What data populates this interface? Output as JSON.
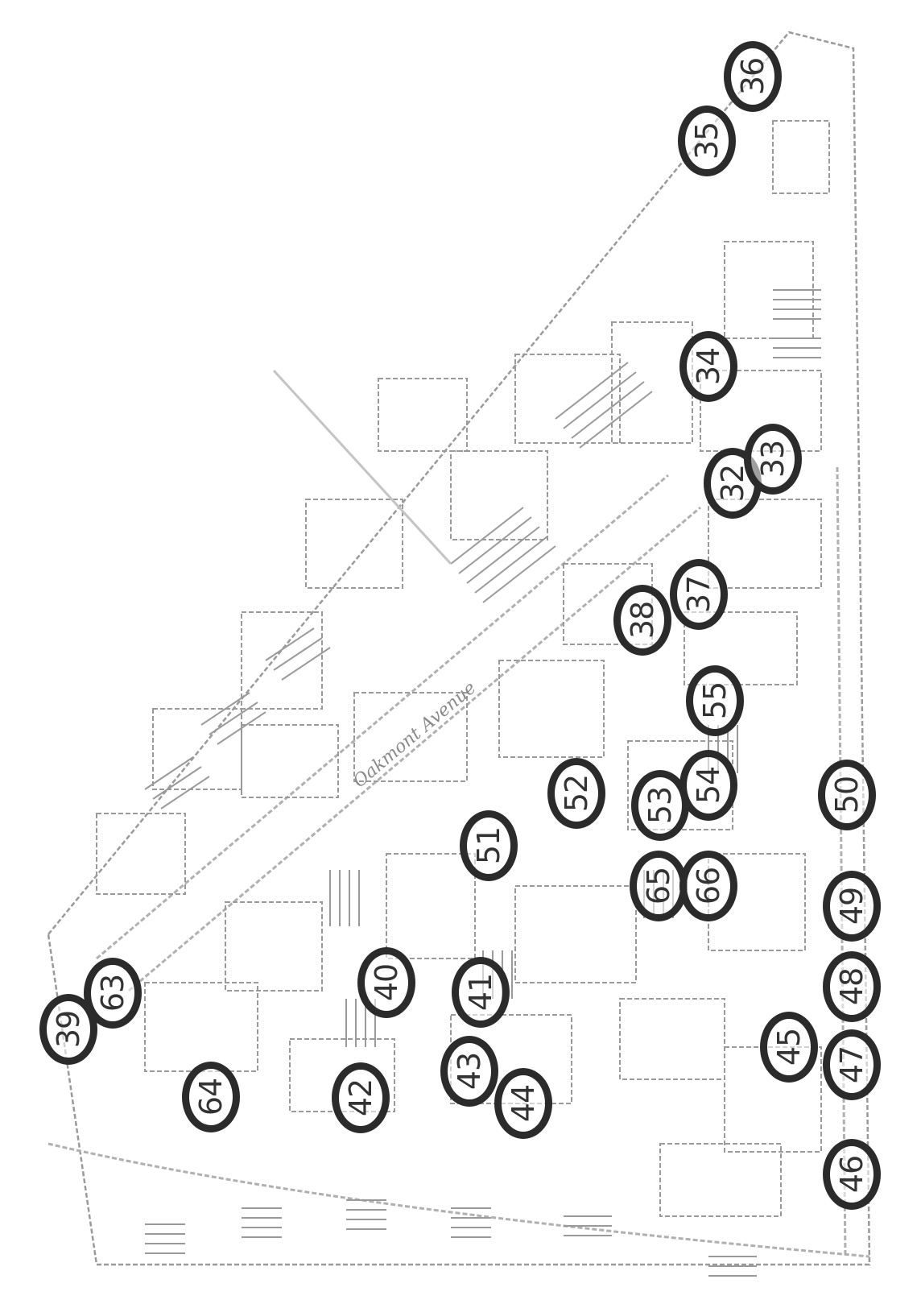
{
  "map": {
    "street_label": "Oakmont Avenue",
    "markers": [
      {
        "label": "36"
      },
      {
        "label": "35"
      },
      {
        "label": "34"
      },
      {
        "label": "32"
      },
      {
        "label": "33"
      },
      {
        "label": "37"
      },
      {
        "label": "38"
      },
      {
        "label": "55"
      },
      {
        "label": "52"
      },
      {
        "label": "53"
      },
      {
        "label": "54"
      },
      {
        "label": "50"
      },
      {
        "label": "51"
      },
      {
        "label": "65"
      },
      {
        "label": "66"
      },
      {
        "label": "49"
      },
      {
        "label": "48"
      },
      {
        "label": "47"
      },
      {
        "label": "45"
      },
      {
        "label": "46"
      },
      {
        "label": "40"
      },
      {
        "label": "41"
      },
      {
        "label": "42"
      },
      {
        "label": "43"
      },
      {
        "label": "44"
      },
      {
        "label": "63"
      },
      {
        "label": "39"
      },
      {
        "label": "64"
      }
    ],
    "colors": {
      "marker_ring": "#2b2b2b",
      "marker_text": "#333333",
      "linework": "#9a9a9a"
    }
  }
}
